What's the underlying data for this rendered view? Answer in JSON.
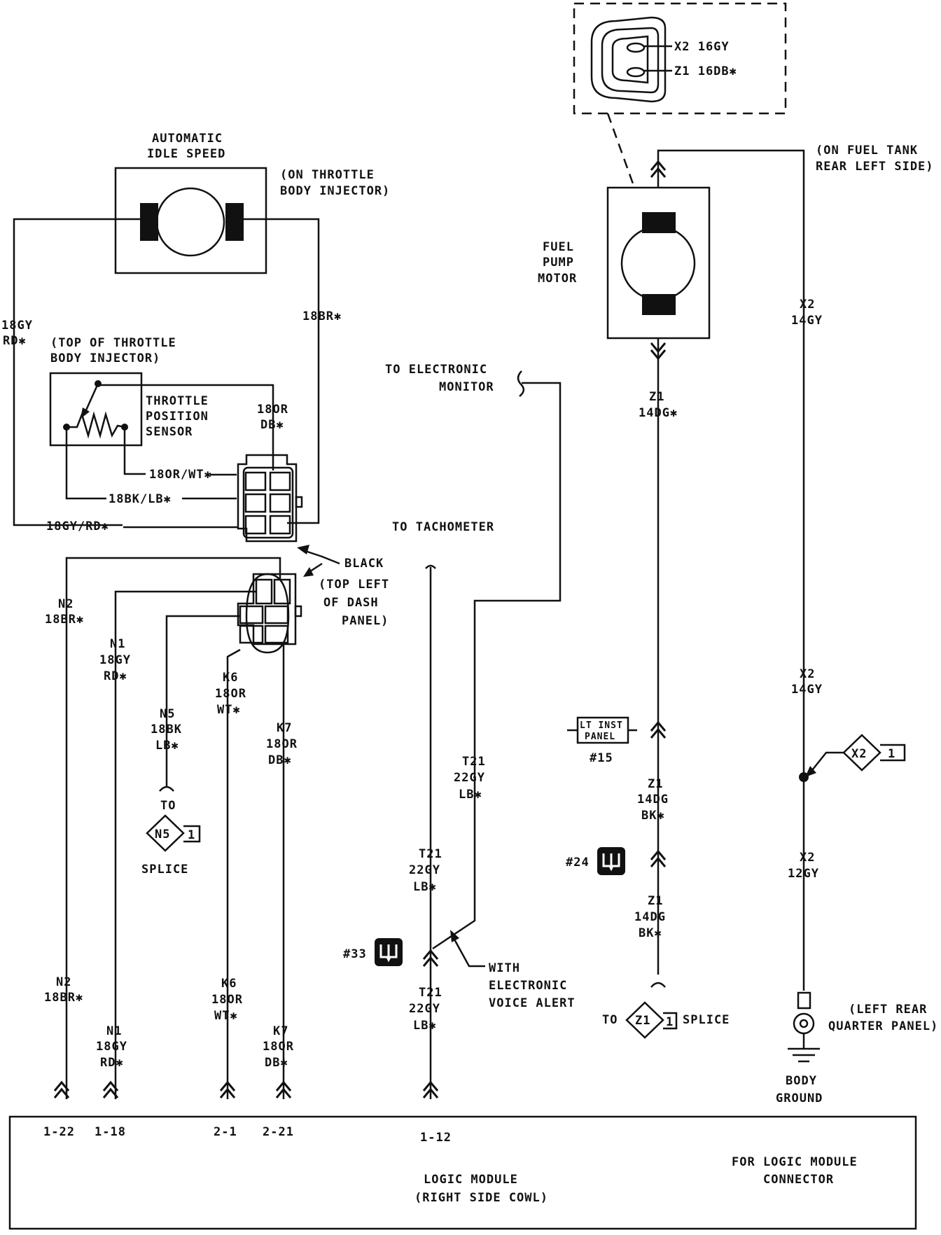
{
  "components": {
    "ais_title_1": "AUTOMATIC",
    "ais_title_2": "IDLE SPEED",
    "ais_loc_1": "(ON THROTTLE",
    "ais_loc_2": "BODY INJECTOR)",
    "tps_loc_1": "(TOP OF THROTTLE",
    "tps_loc_2": "BODY INJECTOR)",
    "tps_1": "THROTTLE",
    "tps_2": "POSITION",
    "tps_3": "SENSOR",
    "fpm_1": "FUEL",
    "fpm_2": "PUMP",
    "fpm_3": "MOTOR",
    "fpm_loc_1": "(ON FUEL TANK",
    "fpm_loc_2": "REAR LEFT SIDE)",
    "conn_x2": "X2 16GY",
    "conn_z1": "Z1 16DB✱",
    "black": "BLACK",
    "dash_1": "(TOP LEFT",
    "dash_2": "OF DASH",
    "dash_3": "PANEL)",
    "to_monitor_1": "TO ELECTRONIC",
    "to_monitor_2": "MONITOR",
    "to_tach": "TO TACHOMETER",
    "evao_1": "WITH",
    "evao_2": "ELECTRONIC",
    "evao_3": "VOICE ALERT",
    "lt_inst_1": "LT INST",
    "lt_inst_2": "PANEL",
    "ref15": "#15",
    "ref24": "#24",
    "ref33": "#33",
    "to_n5": "TO",
    "n5_label": "N5",
    "n5_num": "1",
    "splice_n5": "SPLICE",
    "to_z1": "TO",
    "z1_label": "Z1",
    "z1_num": "1",
    "splice_z1": "SPLICE",
    "x2_splice_label": "X2",
    "x2_splice_num": "1",
    "ground_loc_1": "(LEFT REAR",
    "ground_loc_2": "QUARTER PANEL)",
    "ground_1": "BODY",
    "ground_2": "GROUND",
    "logic_1": "LOGIC MODULE",
    "logic_2": "(RIGHT SIDE COWL)",
    "for_logic_1": "FOR LOGIC MODULE",
    "for_logic_2": "CONNECTOR"
  },
  "wires": {
    "w_18gy_a": "18GY",
    "w_18gy_b": "RD✱",
    "w_18br": "18BR✱",
    "w_18or_a": "18OR",
    "w_18or_b": "DB✱",
    "w_18orwt": "18OR/WT✱",
    "w_18bklb": "18BK/LB✱",
    "w_18gyrd": "18GY/RD✱",
    "n2_a": "N2",
    "n2_b": "18BR✱",
    "n1_a": "N1",
    "n1_b": "18GY",
    "n1_c": "RD✱",
    "n5_a": "N5",
    "n5_b": "18BK",
    "n5_c": "LB✱",
    "k6_a": "K6",
    "k6_b": "18OR",
    "k6_c": "WT✱",
    "k7_a": "K7",
    "k7_b": "18OR",
    "k7_c": "DB✱",
    "t21_a": "T21",
    "t21_b": "22GY",
    "t21_c": "LB✱",
    "z1_a": "Z1",
    "z1_b": "14DG✱",
    "z1dg_b": "14DG",
    "z1dg_c": "BK✱",
    "x2_a": "X2",
    "x2_b": "14GY",
    "x2_c": "12GY"
  },
  "pins": {
    "p1": "1-22",
    "p2": "1-18",
    "p3": "2-1",
    "p4": "2-21",
    "p5": "1-12"
  }
}
